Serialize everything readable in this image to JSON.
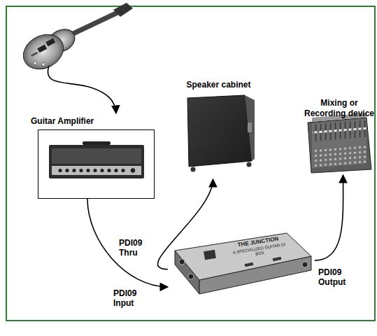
{
  "diagram": {
    "nodes": [
      {
        "text": [
          "Guitar Amplifier"
        ]
      },
      {
        "text": [
          "Speaker cabinet"
        ]
      },
      {
        "text": [
          "Mixing or Recording device"
        ]
      },
      {
        "text": [
          "THE JUNCTION",
          "A SPECIALIZED GUITAR DI BOX"
        ]
      }
    ],
    "edges": [
      {
        "from": 0,
        "to": 3,
        "arrow": "to",
        "label": "PDI09 Input"
      },
      {
        "from": 3,
        "to": 1,
        "arrow": "to",
        "label": "PDI09 Thru"
      },
      {
        "from": 3,
        "to": 2,
        "arrow": "to",
        "label": "PDI09 Output"
      }
    ]
  }
}
